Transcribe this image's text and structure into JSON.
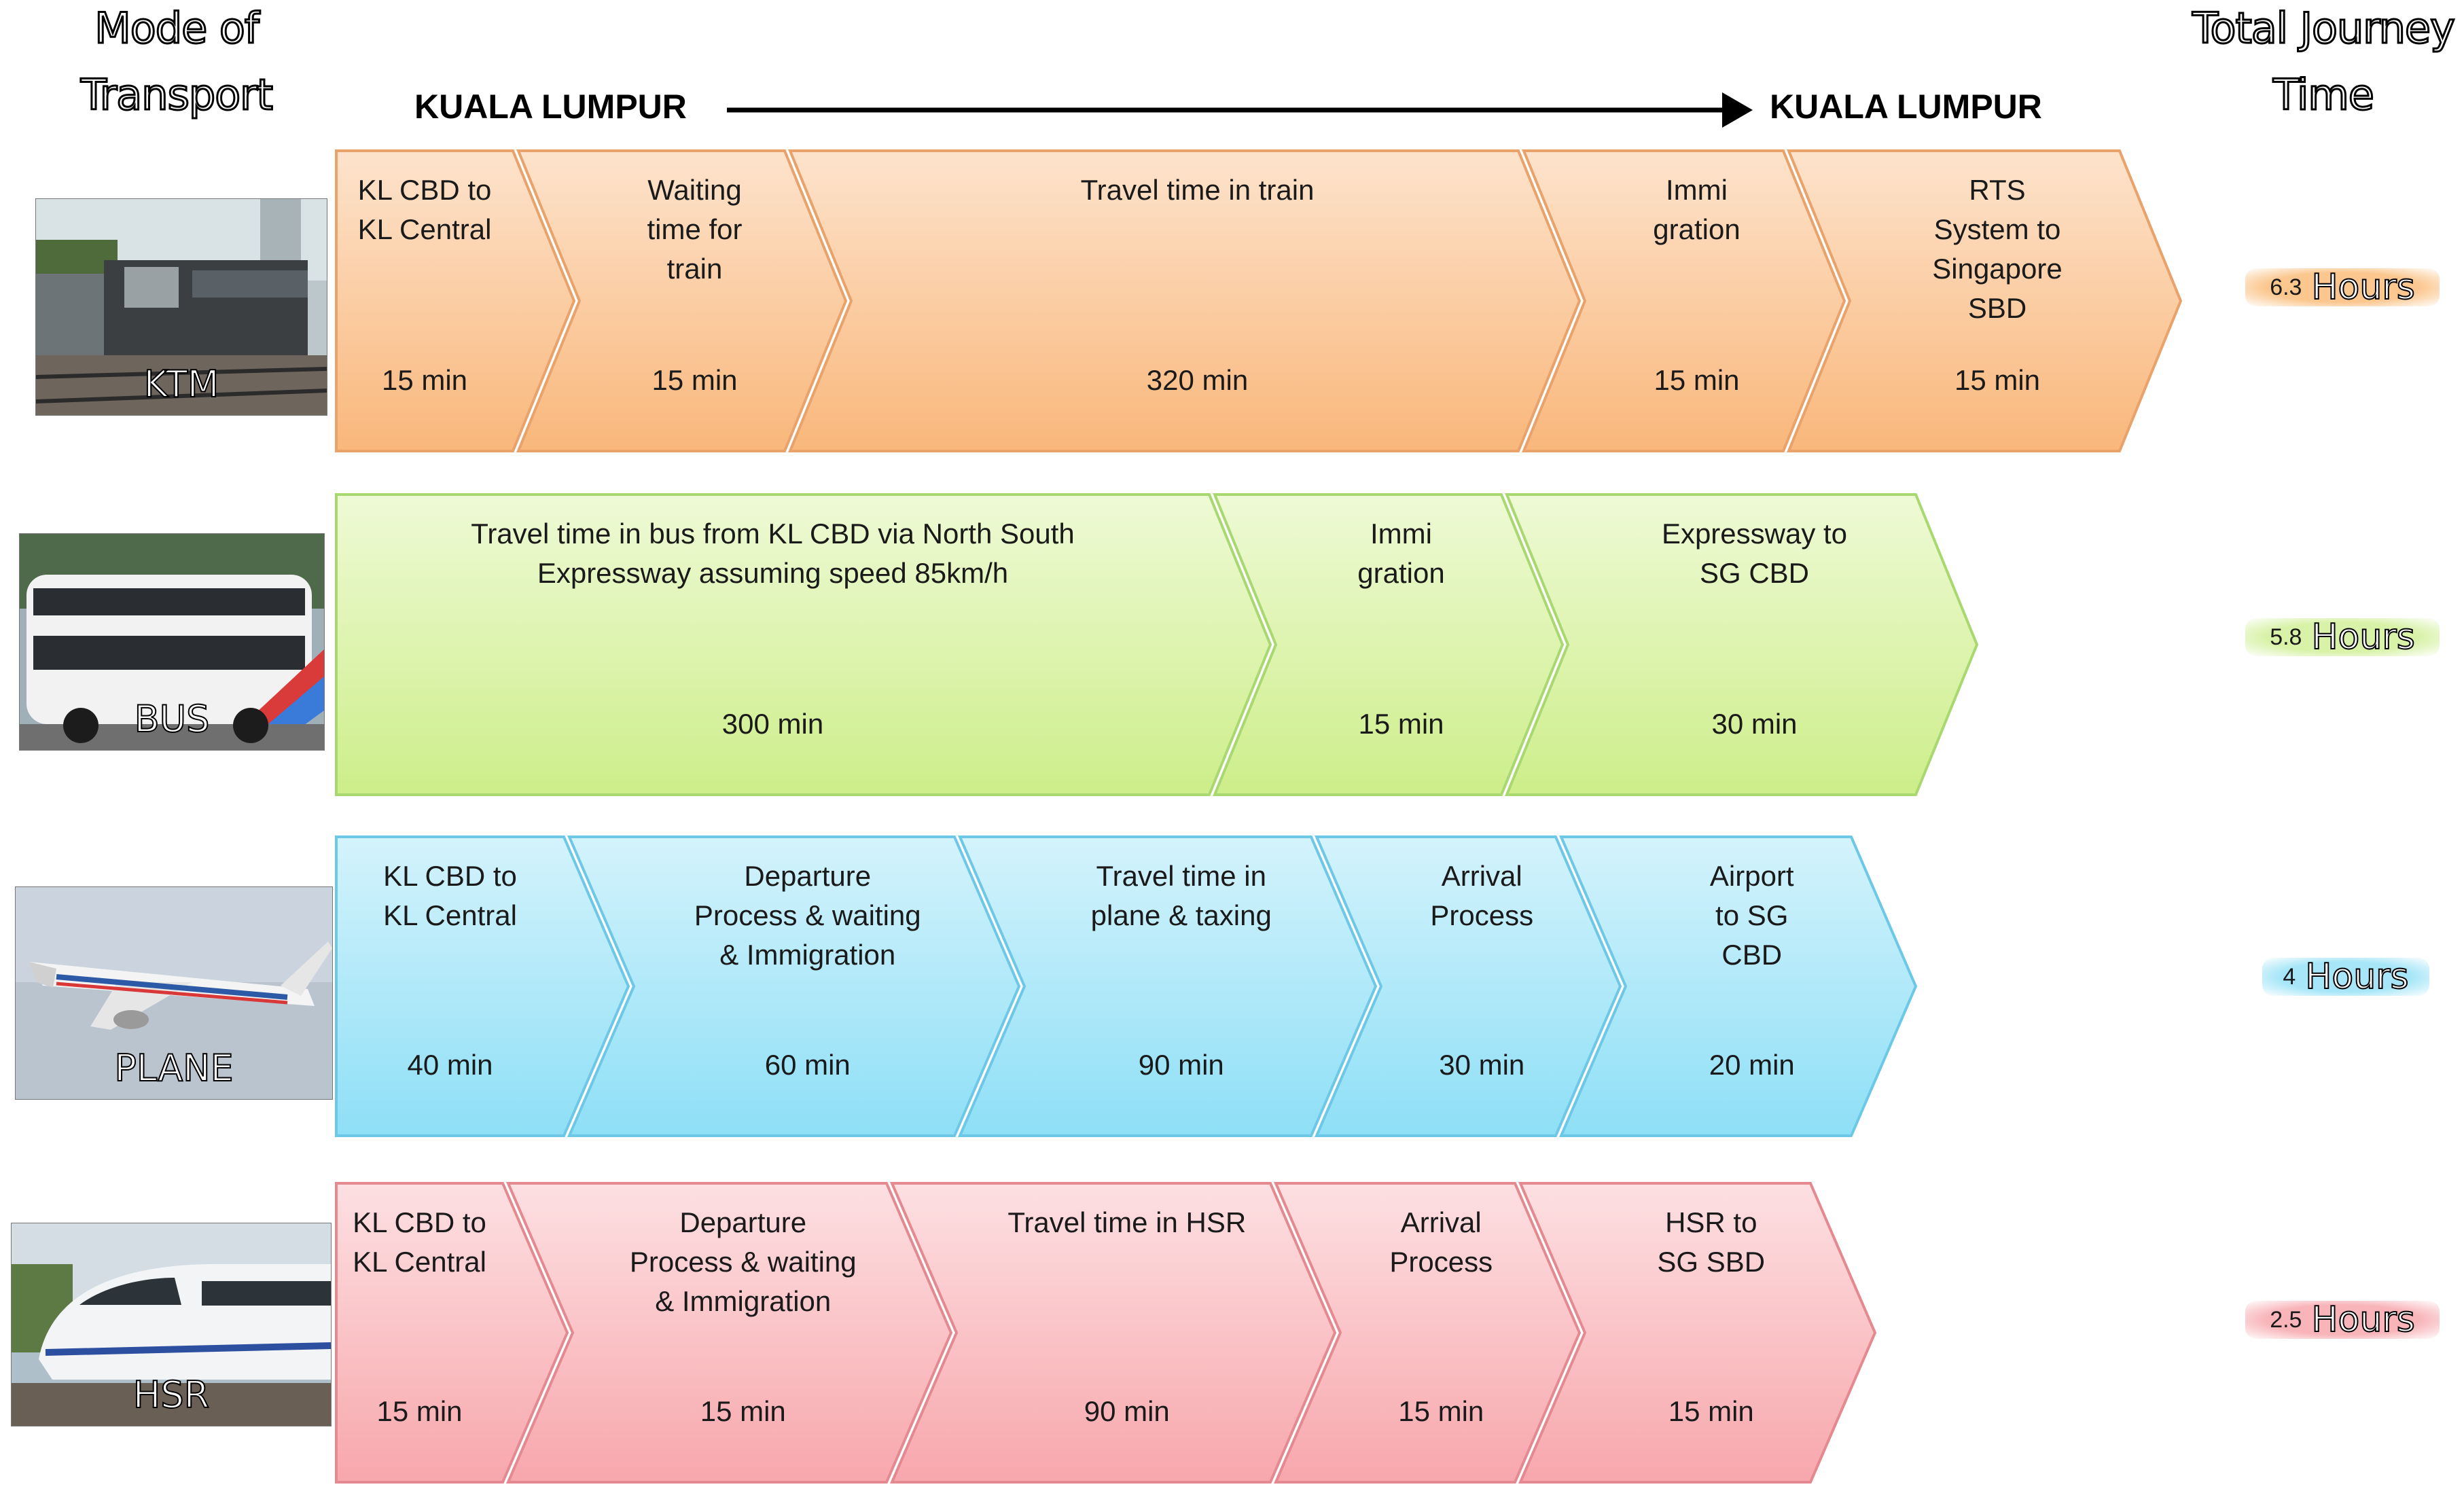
{
  "header": {
    "mode_line1": "Mode of",
    "mode_line2": "Transport",
    "total_line1": "Total Journey",
    "total_line2": "Time"
  },
  "route": {
    "from": "KUALA LUMPUR",
    "to": "KUALA LUMPUR"
  },
  "rows": [
    {
      "label": "KTM",
      "icon": "train-photo",
      "color": "#f9b77b",
      "color_light": "#fde3cc",
      "stroke": "#e8a26a",
      "badge_color": "#fbc78f",
      "total_value": "6.3",
      "total_unit": "Hours",
      "steps": [
        {
          "lines": [
            "KL CBD to",
            "KL Central"
          ],
          "time": "15 min"
        },
        {
          "lines": [
            "Waiting",
            "time for",
            "train"
          ],
          "time": "15 min"
        },
        {
          "lines": [
            "Travel time in train"
          ],
          "time": "320 min"
        },
        {
          "lines": [
            "Immi",
            "gration"
          ],
          "time": "15 min"
        },
        {
          "lines": [
            "RTS",
            "System to",
            "Singapore",
            "SBD"
          ],
          "time": "15 min"
        }
      ]
    },
    {
      "label": "BUS",
      "icon": "bus-photo",
      "color": "#cdee8a",
      "color_light": "#eefad6",
      "stroke": "#a9d870",
      "badge_color": "#d8f2a8",
      "total_value": "5.8",
      "total_unit": "Hours",
      "steps": [
        {
          "lines": [
            "Travel time in bus from KL CBD via North South",
            "Expressway assuming speed 85km/h"
          ],
          "time": "300 min"
        },
        {
          "lines": [
            "Immi",
            "gration"
          ],
          "time": "15 min"
        },
        {
          "lines": [
            "Expressway to",
            "SG CBD"
          ],
          "time": "30 min"
        }
      ]
    },
    {
      "label": "PLANE",
      "icon": "plane-photo",
      "color": "#8edff6",
      "color_light": "#d4f3fc",
      "stroke": "#6cc8e6",
      "badge_color": "#a6e6f8",
      "total_value": "4",
      "total_unit": "Hours",
      "steps": [
        {
          "lines": [
            "KL CBD to",
            "KL Central"
          ],
          "time": "40 min"
        },
        {
          "lines": [
            "Departure",
            "Process & waiting",
            "& Immigration"
          ],
          "time": "60 min"
        },
        {
          "lines": [
            "Travel time in",
            "plane & taxing"
          ],
          "time": "90 min"
        },
        {
          "lines": [
            "Arrival",
            "Process"
          ],
          "time": "30 min"
        },
        {
          "lines": [
            "Airport",
            "to SG",
            "CBD"
          ],
          "time": "20 min"
        }
      ]
    },
    {
      "label": "HSR",
      "icon": "hsr-train-photo",
      "color": "#f7a7ac",
      "color_light": "#fde0e2",
      "stroke": "#e58990",
      "badge_color": "#f8b4b9",
      "total_value": "2.5",
      "total_unit": "Hours",
      "steps": [
        {
          "lines": [
            "KL CBD to",
            "KL Central"
          ],
          "time": "15 min"
        },
        {
          "lines": [
            "Departure",
            "Process & waiting",
            "& Immigration"
          ],
          "time": "15 min"
        },
        {
          "lines": [
            "Travel time in HSR"
          ],
          "time": "90 min"
        },
        {
          "lines": [
            "Arrival",
            "Process"
          ],
          "time": "15 min"
        },
        {
          "lines": [
            "HSR to",
            "SG SBD"
          ],
          "time": "15 min"
        }
      ]
    }
  ]
}
